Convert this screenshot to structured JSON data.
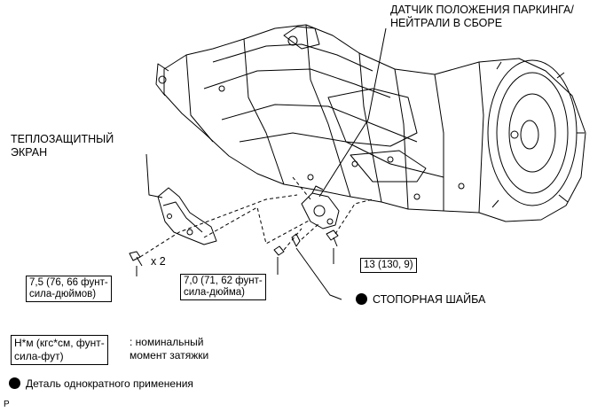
{
  "labels": {
    "sensor": "ДАТЧИК ПОЛОЖЕНИЯ ПАРКИНГА/\nНЕЙТРАЛИ В СБОРЕ",
    "heat_shield": "ТЕПЛОЗАЩИТНЫЙ\nЭКРАН",
    "qty": "x 2",
    "lock_washer": "СТОПОРНАЯ ШАЙБА",
    "torque_1": "7,5 (76, 66 фунт-\nсила-дюймов)",
    "torque_2": "7,0 (71, 62 фунт-\nсила-дюйма)",
    "torque_3": "13 (130, 9)"
  },
  "legend": {
    "unit_box": "Н*м (кгс*см, фунт-\nсила-фут)",
    "unit_desc": ": номинальный\nмомент затяжки",
    "one_time": "Деталь однократного применения"
  },
  "footer": {
    "code": "P"
  }
}
